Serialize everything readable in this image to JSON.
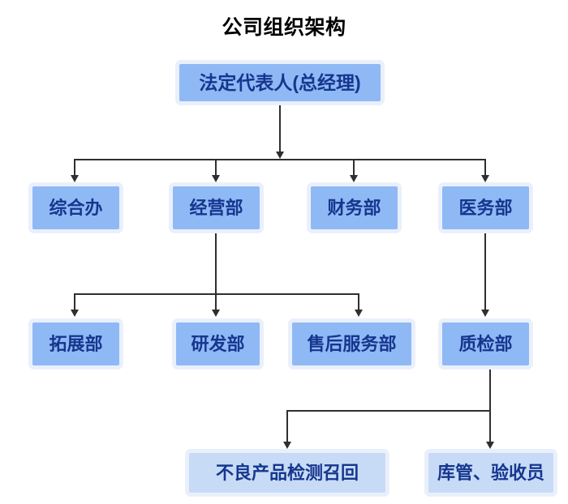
{
  "chart_data": {
    "type": "diagram",
    "diagram_kind": "organizational-chart",
    "title": "公司组织架构",
    "colors": {
      "node_fill_primary": "#8fb9f5",
      "node_fill_secondary": "#c7dbf7",
      "node_text": "#16368e",
      "node_outline": "#eaf0fb",
      "connector": "#2f2f2f",
      "title_text": "#000000",
      "background": "#ffffff"
    },
    "levels": [
      {
        "level": 0,
        "nodes": [
          "法定代表人(总经理)"
        ]
      },
      {
        "level": 1,
        "nodes": [
          "综合办",
          "经营部",
          "财务部",
          "医务部"
        ]
      },
      {
        "level": 2,
        "nodes": [
          "拓展部",
          "研发部",
          "售后服务部",
          "质检部"
        ]
      },
      {
        "level": 3,
        "nodes": [
          "不良产品检测召回",
          "库管、验收员"
        ]
      }
    ],
    "edges": [
      {
        "from": "法定代表人(总经理)",
        "to": "综合办"
      },
      {
        "from": "法定代表人(总经理)",
        "to": "经营部"
      },
      {
        "from": "法定代表人(总经理)",
        "to": "财务部"
      },
      {
        "from": "法定代表人(总经理)",
        "to": "医务部"
      },
      {
        "from": "经营部",
        "to": "拓展部"
      },
      {
        "from": "经营部",
        "to": "研发部"
      },
      {
        "from": "经营部",
        "to": "售后服务部"
      },
      {
        "from": "医务部",
        "to": "质检部"
      },
      {
        "from": "质检部",
        "to": "不良产品检测召回"
      },
      {
        "from": "质检部",
        "to": "库管、验收员"
      }
    ]
  },
  "title": "公司组织架构",
  "nodes": {
    "root": "法定代表人(总经理)",
    "general_office": "综合办",
    "operations": "经营部",
    "finance": "财务部",
    "medical": "医务部",
    "expansion": "拓展部",
    "rnd": "研发部",
    "after_sales": "售后服务部",
    "quality_inspection": "质检部",
    "defect_recall": "不良产品检测召回",
    "warehouse_inspector": "库管、验收员"
  }
}
